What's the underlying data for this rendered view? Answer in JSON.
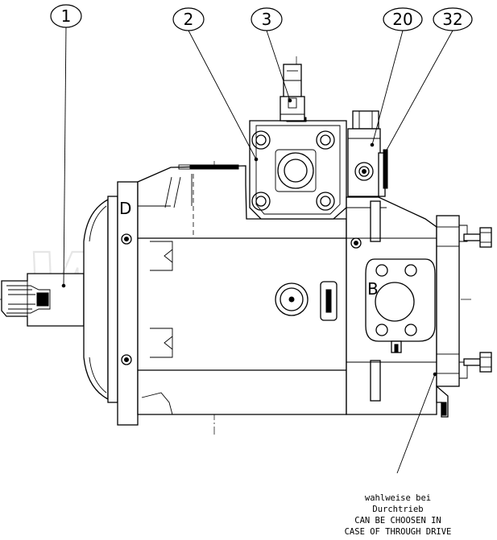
{
  "drawing": {
    "callouts": [
      {
        "id": "callout-1",
        "label": "1"
      },
      {
        "id": "callout-2",
        "label": "2"
      },
      {
        "id": "callout-3",
        "label": "3"
      },
      {
        "id": "callout-20",
        "label": "20"
      },
      {
        "id": "callout-32",
        "label": "32"
      }
    ],
    "port_labels": {
      "b": "B",
      "d": "D"
    },
    "watermark": "Wibako",
    "note_lines": [
      "wahlweise bei",
      "Durchtrieb",
      "CAN BE CHOOSEN IN",
      "CASE OF THROUGH DRIVE"
    ]
  }
}
